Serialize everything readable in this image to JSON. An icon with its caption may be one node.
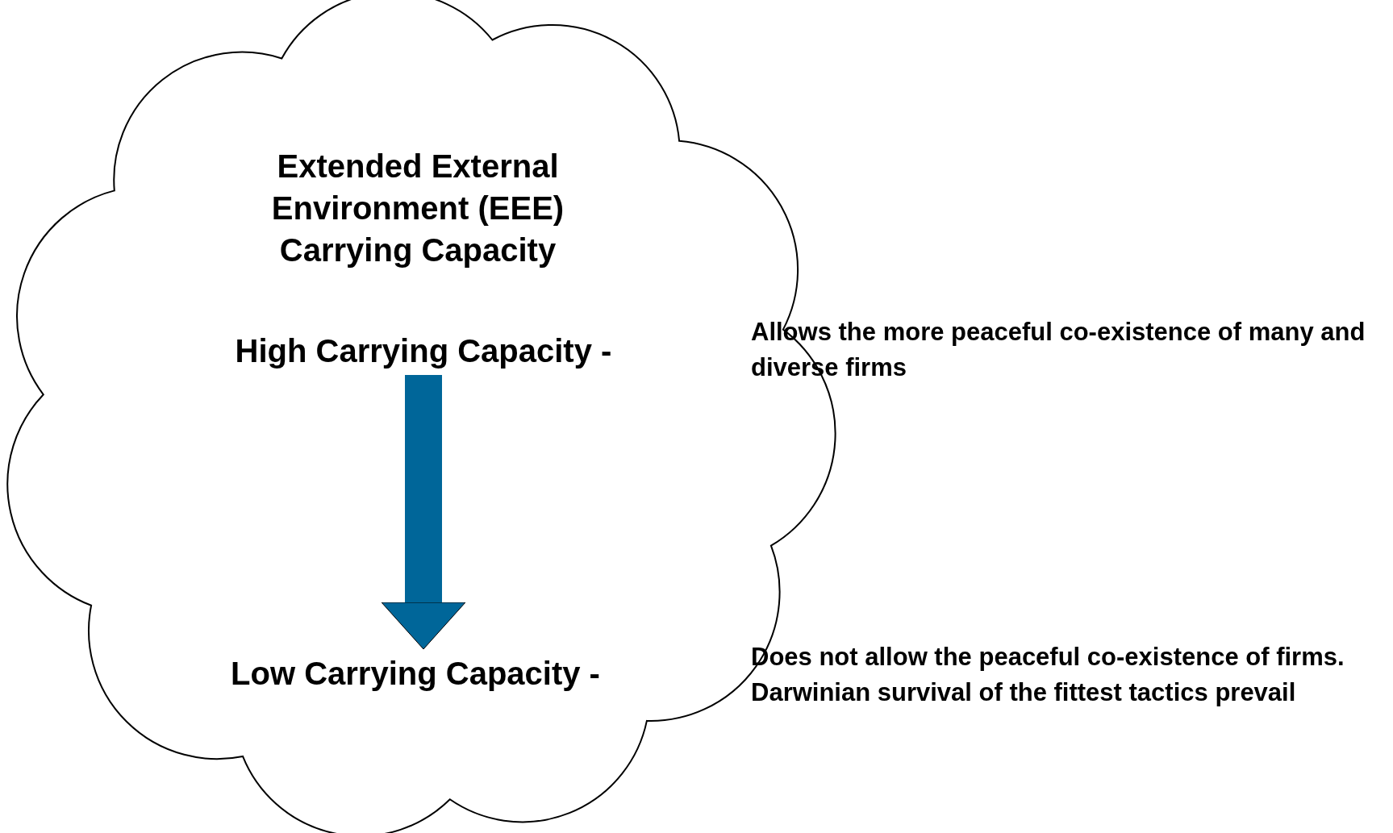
{
  "diagram": {
    "nodes": [
      {
        "text": [
          "Extended External Environment (EEE) Carrying Capacity"
        ]
      },
      {
        "text": [
          "High Carrying Capacity -"
        ],
        "in": 0
      },
      {
        "text": [
          "Low Carrying Capacity -"
        ],
        "in": 0
      }
    ],
    "edges": [
      {
        "from": 1,
        "to": 2,
        "arrow": "to",
        "color": "#006699"
      }
    ],
    "labels": [
      "Allows the more peaceful co-existence of many and diverse firms",
      "Does not allow the peaceful co-existence of firms. Darwinian survival of the fittest tactics prevail"
    ]
  }
}
